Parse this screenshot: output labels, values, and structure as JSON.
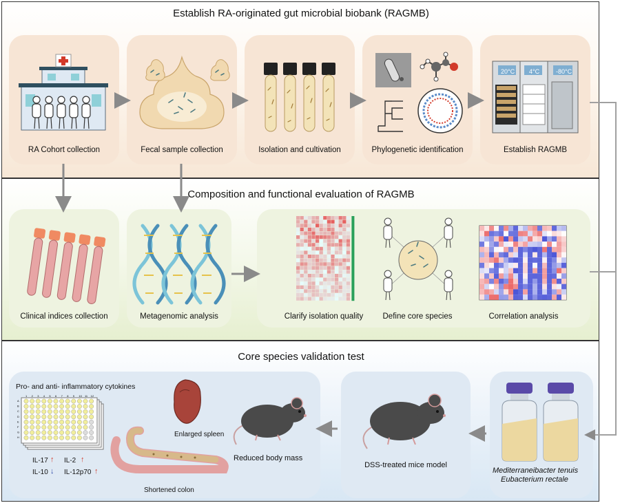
{
  "sections": [
    {
      "title": "Establish RA-originated gut microbial biobank (RAGMB)",
      "steps": [
        {
          "label": "RA Cohort collection",
          "icon": "hospital-icon"
        },
        {
          "label": "Fecal sample collection",
          "icon": "feces-icon"
        },
        {
          "label": "Isolation and cultivation",
          "icon": "culture-tubes-icon"
        },
        {
          "label": "Phylogenetic identification",
          "icon": "phylogeny-icon"
        },
        {
          "label": "Establish RAGMB",
          "icon": "freezer-icon"
        }
      ],
      "freezer_temps": [
        "20°C",
        "4°C",
        "-80°C"
      ]
    },
    {
      "title": "Composition and functional evaluation of RAGMB",
      "steps": [
        {
          "label": "Clinical indices collection",
          "icon": "blood-tubes-icon"
        },
        {
          "label": "Metagenomic analysis",
          "icon": "dna-helix-icon"
        },
        {
          "label": "Clarify isolation quality",
          "icon": "heatmap-icon"
        },
        {
          "label": "Define core species",
          "icon": "core-species-network-icon"
        },
        {
          "label": "Correlation analysis",
          "icon": "correlation-heatmap-icon"
        }
      ]
    },
    {
      "title": "Core species validation test",
      "cytokines_title": "Pro- and anti- inflammatory cytokines",
      "plate_cols": [
        "1",
        "2",
        "3",
        "4",
        "5",
        "6",
        "7",
        "8",
        "9",
        "10",
        "11",
        "12"
      ],
      "plate_rows": [
        "A",
        "B",
        "C",
        "D",
        "E",
        "F",
        "G",
        "H"
      ],
      "cytokines": [
        {
          "name": "IL-17",
          "direction": "up"
        },
        {
          "name": "IL-2",
          "direction": "up"
        },
        {
          "name": "IL-10",
          "direction": "down"
        },
        {
          "name": "IL-12p70",
          "direction": "up"
        }
      ],
      "outcomes": {
        "spleen": "Enlarged spleen",
        "colon": "Shortened colon",
        "mass": "Reduced body mass"
      },
      "model": "DSS-treated mice model",
      "species": [
        "Mediterraneibacter tenuis",
        "Eubacterium rectale"
      ]
    }
  ],
  "colors": {
    "up": "#d23a2a",
    "down": "#2e4aa8",
    "arrow": "#8a8a8a"
  }
}
